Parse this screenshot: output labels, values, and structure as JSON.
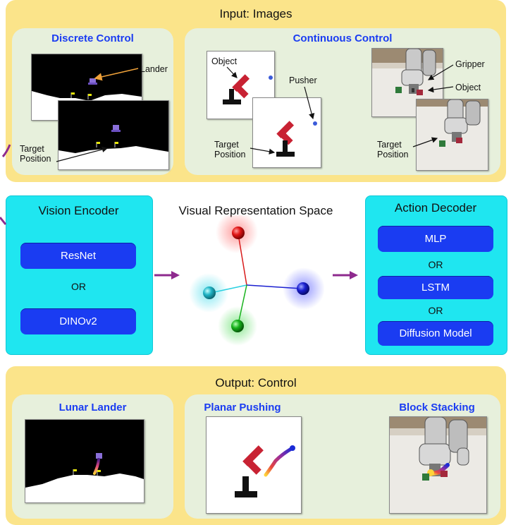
{
  "input": {
    "title": "Input: Images",
    "discrete": {
      "title": "Discrete Control",
      "lander_label": "Lander",
      "target_label": "Target Position"
    },
    "continuous": {
      "title": "Continuous Control",
      "object_label": "Object",
      "pusher_label": "Pusher",
      "target_label": "Target Position",
      "gripper_label": "Gripper",
      "object2_label": "Object",
      "target2_label": "Target Position"
    }
  },
  "encoder": {
    "title": "Vision Encoder",
    "option1": "ResNet",
    "or": "OR",
    "option2": "DINOv2"
  },
  "space": {
    "title": "Visual Representation Space"
  },
  "decoder": {
    "title": "Action Decoder",
    "option1": "MLP",
    "or1": "OR",
    "option2": "LSTM",
    "or2": "OR",
    "option3": "Diffusion Model"
  },
  "output": {
    "title": "Output: Control",
    "lunar": {
      "title": "Lunar Lander"
    },
    "planar": {
      "title": "Planar Pushing"
    },
    "block": {
      "title": "Block Stacking"
    }
  },
  "colors": {
    "panel": "#fbe48a",
    "card": "#e7f0dc",
    "encoder": "#1fe6f0",
    "pill": "#1a3cf2",
    "arrow": "#8e2a8e",
    "title_blue": "#1a3cf2"
  }
}
